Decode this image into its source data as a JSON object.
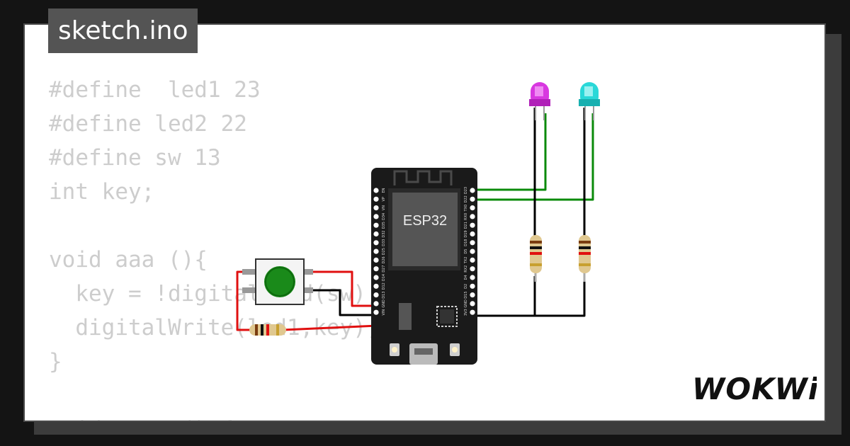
{
  "file_tab": {
    "label": "sketch.ino"
  },
  "code": {
    "lines": [
      "#define  led1 23",
      "#define led2 22",
      "#define sw 13",
      "int key;",
      "",
      "void aaa (){",
      "  key = !digitalRead(sw);",
      "  digitalWrite(led1,key);",
      "}",
      "",
      "void setup() {"
    ]
  },
  "board": {
    "label": "ESP32",
    "pins_left": [
      "EN",
      "VP",
      "VN",
      "D34",
      "D35",
      "D32",
      "D33",
      "D25",
      "D26",
      "D27",
      "D14",
      "D12",
      "D13",
      "GND",
      "VIN"
    ],
    "pins_right": [
      "D23",
      "D22",
      "TX0",
      "RX0",
      "D21",
      "D19",
      "D18",
      "D5",
      "TX2",
      "RX2",
      "D4",
      "D2",
      "D15",
      "GND",
      "3V3"
    ]
  },
  "components": {
    "led1_color": "#d838e0",
    "led2_color": "#2ad8d8",
    "button_color": "#1a8a1a"
  },
  "logo": {
    "text": "WOKWi"
  },
  "colors": {
    "wire_green": "#0a8a0a",
    "wire_red": "#e01010",
    "wire_black": "#000000",
    "code_text": "#cdcdcd",
    "tab_bg": "#545454"
  }
}
